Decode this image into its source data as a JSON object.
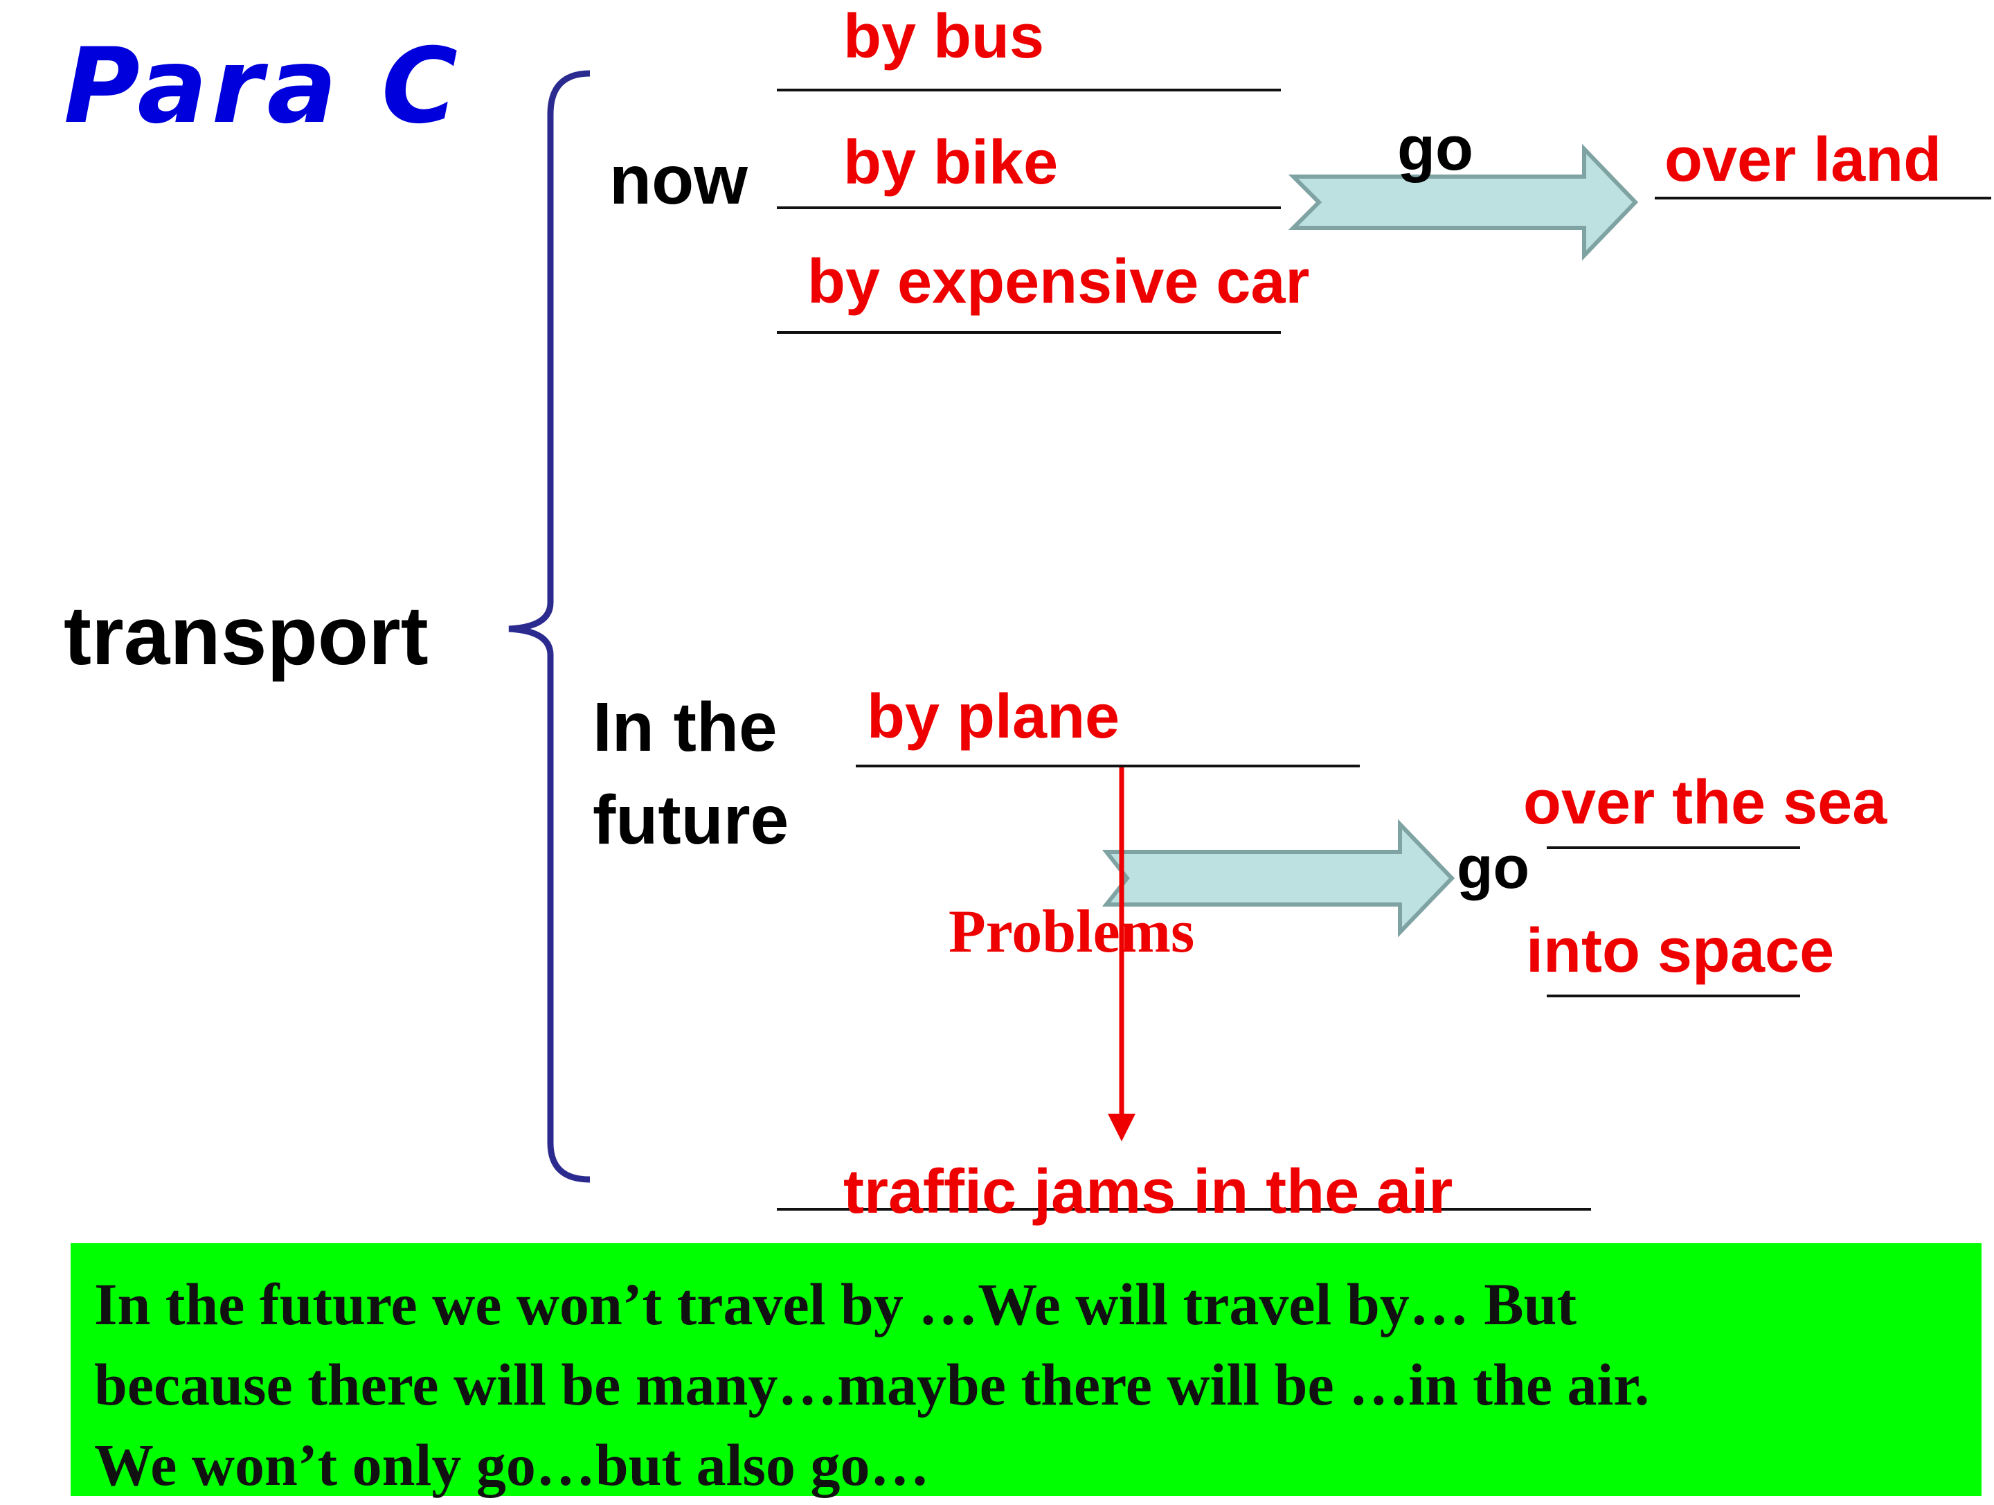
{
  "title": "Para C",
  "root": "transport",
  "now": {
    "label": "now",
    "items": [
      "by bus",
      "by bike",
      "by expensive car"
    ],
    "go_label": "go",
    "destination": "over land"
  },
  "future": {
    "label_line1": "In the",
    "label_line2": "future",
    "item": "by plane",
    "go_label": "go",
    "destinations": [
      "over the sea",
      "into space"
    ],
    "problems_label": "Problems",
    "problem": "traffic jams in the air"
  },
  "summary": {
    "lines": [
      "In the future we won’t travel by …We will travel by… But",
      "because there will be many…maybe there will be …in the air.",
      "We won’t only go…but also go…"
    ]
  },
  "colors": {
    "title": "#0000dd",
    "answer": "#ee0000",
    "bracket": "#2b2b8f",
    "arrow_fill": "#bde0e0",
    "arrow_stroke": "#7fa3a3",
    "summary_bg": "#00ff00"
  }
}
